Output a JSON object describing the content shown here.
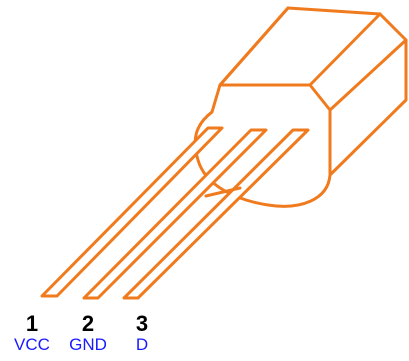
{
  "colors": {
    "outline": "#f07b1e",
    "pin_name": "#1a1aff",
    "pin_number": "#000000"
  },
  "pins": [
    {
      "number": "1",
      "name": "VCC"
    },
    {
      "number": "2",
      "name": "GND"
    },
    {
      "number": "3",
      "name": "D"
    }
  ]
}
